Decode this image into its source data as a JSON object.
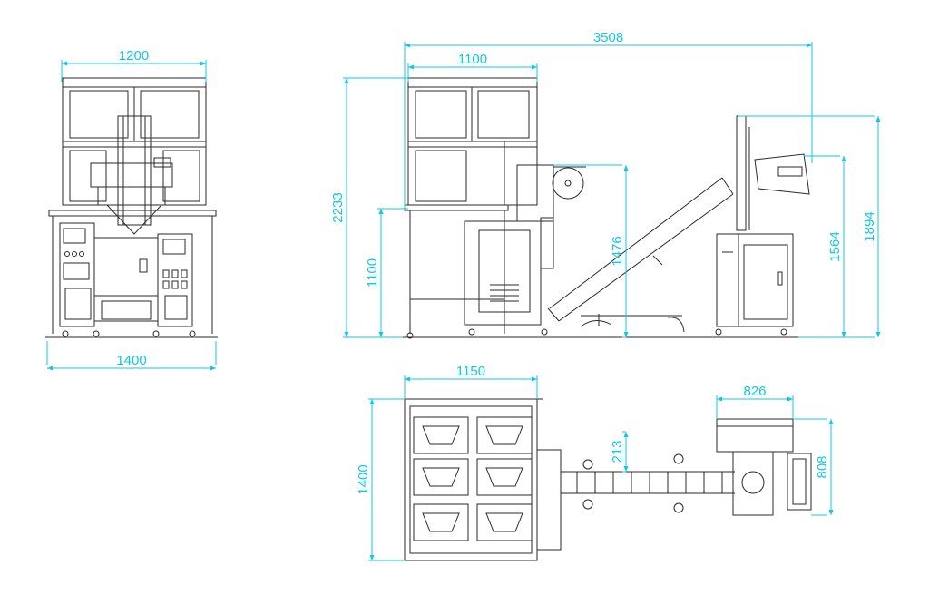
{
  "colors": {
    "machine": "#2a2a2a",
    "dimension": "#11c7e8",
    "paper": "#ffffff"
  },
  "dimensions": {
    "front_width_top": "1200",
    "front_width_base": "1400",
    "side_total_length": "3508",
    "side_frame_width": "1100",
    "side_total_height": "2233",
    "side_frame_height": "1100",
    "side_conveyor_height": "1476",
    "side_right_height_1": "1564",
    "side_right_height_2": "1894",
    "top_width": "1150",
    "top_depth": "1400",
    "top_conveyor_offset": "213",
    "top_right_width": "826",
    "top_right_depth": "808"
  }
}
